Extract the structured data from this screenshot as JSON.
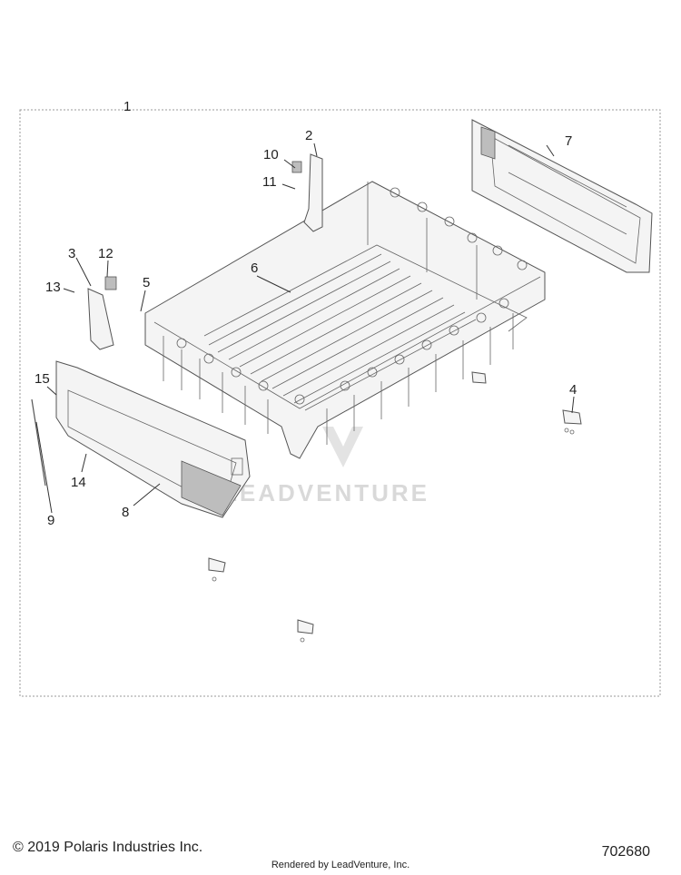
{
  "callouts": {
    "c1": "1",
    "c2": "2",
    "c3": "3",
    "c4": "4",
    "c5": "5",
    "c6": "6",
    "c7": "7",
    "c8": "8",
    "c9": "9",
    "c10": "10",
    "c11": "11",
    "c12": "12",
    "c13": "13",
    "c14": "14",
    "c15": "15"
  },
  "watermark": "LEADVENTURE",
  "footer": {
    "copyright": "© 2019 Polaris Industries Inc.",
    "rendered_by": "Rendered by LeadVenture, Inc.",
    "diagram_number": "702680"
  }
}
